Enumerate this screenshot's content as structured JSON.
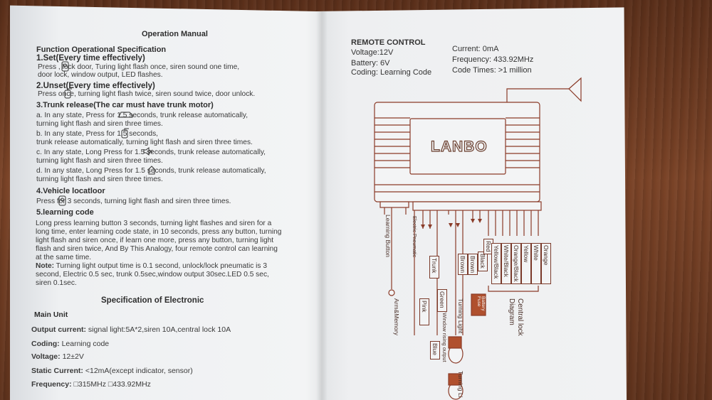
{
  "left": {
    "manual_title": "Operation Manual",
    "func_title": "Function Operational Specification",
    "set_title": "1.Set(Every time effectively)",
    "set_l1": "Press       , lock door, Turing light flash once, siren sound one time,",
    "set_l2": "door lock, window output, LED flashes.",
    "unset_title": "2.Unset(Every time effectively)",
    "unset_l1": "Press        once, turning light flash twice, siren sound twice, door unlock.",
    "trunk_title": "3.Trunk release(The car must have trunk motor)",
    "a_l1": "a. In any state, Press         for 1.5 seconds,  trunk release  automatically,",
    "a_l2": "turning light flash and siren three times.",
    "b_l1": "b. In any state, Press        for 1.5 seconds,",
    "b_l2": "trunk release automatically, turning light flash and siren three times.",
    "c_l1": "c. In any state, Long Press        for 1.5 seconds, trunk release automatically,",
    "c_l2": "turning light flash and siren three times.",
    "d_l1": "d. In any state, Long Press       for 1.5 seconds, trunk release automatically,",
    "d_l2": "turning light flash and siren three times.",
    "loc_title": "4.Vehicle locatloor",
    "loc_l1": "Press       for 3 seconds, turning light flash and siren three times.",
    "learn_title": "5.learning code",
    "learn_l1": "Long press learning button 3 seconds, turning light flashes and siren for a",
    "learn_l2": "long time, enter learning code state, in 10 seconds, press any button, turning",
    "learn_l3": "light flash and siren once, if learn one more, press any button, turning light",
    "learn_l4": "flash and siren twice, And By This Analogy, four remote control can learning",
    "learn_l5": "at the same time.",
    "note_label": "Note:",
    "note_l1": " Turning light output time is 0.1 second, unlock/lock pneumatic is 3",
    "note_l2": "second, Electric 0.5 sec, trunk 0.5sec,window output 30sec.LED 0.5 sec,",
    "note_l3": "siren 0.1sec.",
    "elec_title": "Specification of Electronic",
    "main_unit": "Main Unit",
    "out_label": "Output current:",
    "out_val": " signal light:5A*2,siren 10A,central lock 10A",
    "coding_label": "Coding:",
    "coding_val": " Learning code",
    "voltage_label": "Voltage:",
    "voltage_val": " 12±2V",
    "static_label": "Static Current:",
    "static_val": " <12mA(except indicator, sensor)",
    "freq_label": "Frequency:",
    "freq_val": "□315MHz  □433.92MHz"
  },
  "right": {
    "rc_title": "REMOTE CONTROL",
    "voltage": "Voltage:12V",
    "battery": "Battery: 6V",
    "coding": "Coding: Learning Code",
    "current": "Current: 0mA",
    "frequency": "Frequency: 433.92MHz",
    "code_times": "Code Times: >1 million",
    "brand": "LANBO",
    "wires": {
      "learning_button": "Learning Button",
      "electric_pneumatic": "Electric Pneumatic",
      "arm_memory": "Arm&Memory",
      "pink": "Pink",
      "trunk": "Trunk",
      "blue": "Blue",
      "window_rising": "Window rising output",
      "green": "Green",
      "brown1": "Brown",
      "brown2": "Brown",
      "turning_light": "Turning Light",
      "turning_light2": "Turning Li",
      "black": "Black",
      "red": "Red",
      "fuse": "Fuse",
      "battery": "Battery",
      "yellow_black": "Yellow/Black",
      "white_black": "White/Black",
      "orange_black": "Orange/Black",
      "yellow": "Yellow",
      "white": "White",
      "orange": "Orange",
      "central_lock": "Central lock",
      "diagram": "Diagram"
    }
  }
}
